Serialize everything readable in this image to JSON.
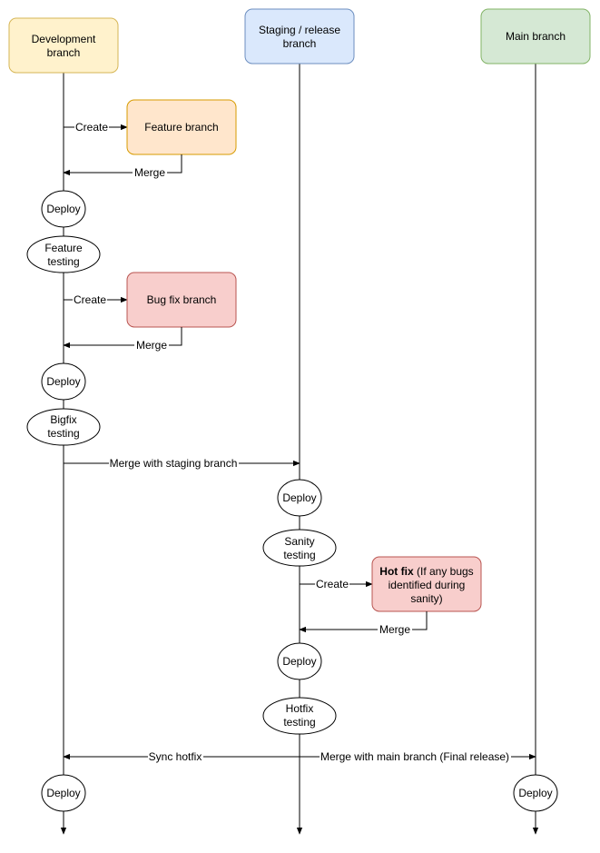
{
  "lanes": {
    "development": {
      "line1": "Development",
      "line2": "branch",
      "fill": "#fff2cc",
      "stroke": "#d6b656"
    },
    "staging": {
      "line1": "Staging / release",
      "line2": "branch",
      "fill": "#dae8fc",
      "stroke": "#6c8ebf"
    },
    "main": {
      "line1": "Main branch",
      "fill": "#d5e8d4",
      "stroke": "#82b366"
    }
  },
  "branches": {
    "feature": {
      "label": "Feature branch",
      "fill": "#ffe6cc",
      "stroke": "#d79b00"
    },
    "bugfix": {
      "label": "Bug fix branch",
      "fill": "#f8cecc",
      "stroke": "#b85450"
    },
    "hotfix": {
      "bold": "Hot fix",
      "line1": "(If any bugs",
      "line2": "identified during",
      "line3": "sanity)",
      "fill": "#f8cecc",
      "stroke": "#b85450"
    }
  },
  "edges": {
    "create_feature": "Create",
    "merge_feature": "Merge",
    "create_bugfix": "Create",
    "merge_bugfix": "Merge",
    "merge_staging": "Merge with staging branch",
    "create_hotfix": "Create",
    "merge_hotfix": "Merge",
    "sync_hotfix": "Sync hotfix",
    "merge_main": "Merge with main branch (Final release)"
  },
  "steps": {
    "deploy_dev1": "Deploy",
    "feature_testing_l1": "Feature",
    "feature_testing_l2": "testing",
    "deploy_dev2": "Deploy",
    "bigfix_testing_l1": "Bigfix",
    "bigfix_testing_l2": "testing",
    "deploy_stg1": "Deploy",
    "sanity_l1": "Sanity",
    "sanity_l2": "testing",
    "deploy_stg2": "Deploy",
    "hotfix_testing_l1": "Hotfix",
    "hotfix_testing_l2": "testing",
    "deploy_dev3": "Deploy",
    "deploy_main": "Deploy"
  }
}
